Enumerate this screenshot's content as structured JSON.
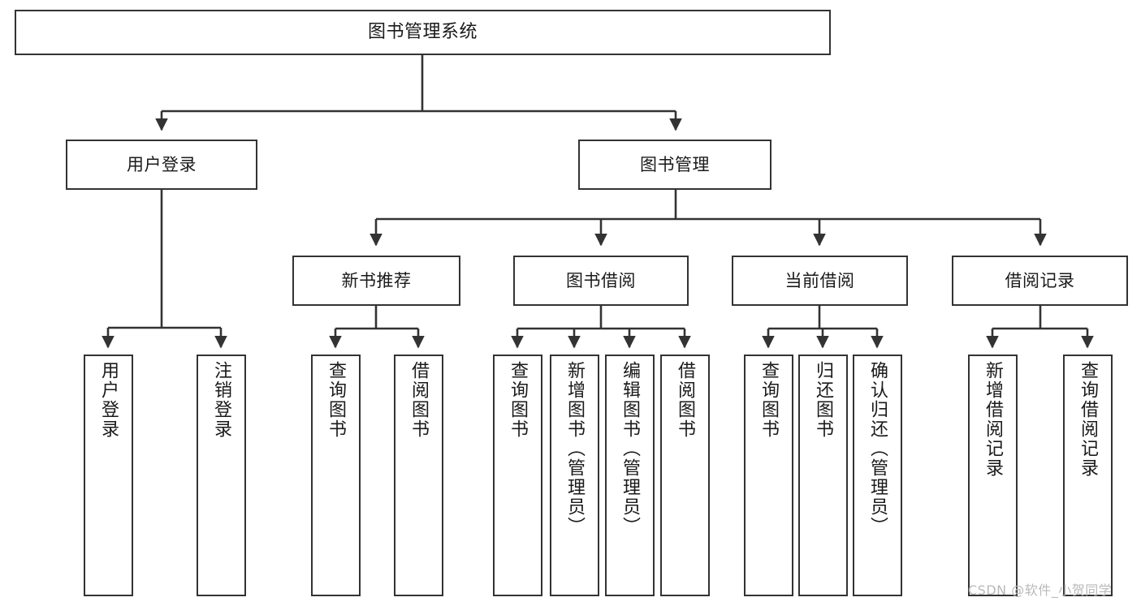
{
  "diagram": {
    "title": "图书管理系统",
    "type": "hierarchy-tree",
    "watermark": "CSDN @软件_小贺同学",
    "colors": {
      "background": "#ffffff",
      "stroke": "#333333",
      "text": "#1a1a1a",
      "watermark": "#b9b9b9"
    },
    "nodes": {
      "root": {
        "label": "图书管理系统",
        "level": 1
      },
      "l2": [
        {
          "id": "user-login",
          "label": "用户登录",
          "level": 2
        },
        {
          "id": "book-manage",
          "label": "图书管理",
          "level": 2
        }
      ],
      "l3": [
        {
          "id": "new-book-recommend",
          "label": "新书推荐",
          "level": 3,
          "parent": "book-manage"
        },
        {
          "id": "book-borrow",
          "label": "图书借阅",
          "level": 3,
          "parent": "book-manage"
        },
        {
          "id": "current-borrow",
          "label": "当前借阅",
          "level": 3,
          "parent": "book-manage"
        },
        {
          "id": "borrow-record",
          "label": "借阅记录",
          "level": 3,
          "parent": "book-manage"
        }
      ],
      "leaves": [
        {
          "id": "leaf-user-login",
          "label": "用户登录",
          "parent": "user-login"
        },
        {
          "id": "leaf-user-logout",
          "label": "注销登录",
          "parent": "user-login"
        },
        {
          "id": "leaf-query-book-1",
          "label": "查询图书",
          "parent": "new-book-recommend"
        },
        {
          "id": "leaf-borrow-book-1",
          "label": "借阅图书",
          "parent": "new-book-recommend"
        },
        {
          "id": "leaf-query-book-2",
          "label": "查询图书",
          "parent": "book-borrow"
        },
        {
          "id": "leaf-add-book",
          "label": "新增图书（管理员）",
          "parent": "book-borrow"
        },
        {
          "id": "leaf-edit-book",
          "label": "编辑图书（管理员）",
          "parent": "book-borrow"
        },
        {
          "id": "leaf-borrow-book-2",
          "label": "借阅图书",
          "parent": "book-borrow"
        },
        {
          "id": "leaf-query-book-3",
          "label": "查询图书",
          "parent": "current-borrow"
        },
        {
          "id": "leaf-return-book",
          "label": "归还图书",
          "parent": "current-borrow"
        },
        {
          "id": "leaf-confirm-return",
          "label": "确认归还（管理员）",
          "parent": "current-borrow"
        },
        {
          "id": "leaf-add-record",
          "label": "新增借阅记录",
          "parent": "borrow-record"
        },
        {
          "id": "leaf-query-record",
          "label": "查询借阅记录",
          "parent": "borrow-record"
        }
      ]
    }
  }
}
